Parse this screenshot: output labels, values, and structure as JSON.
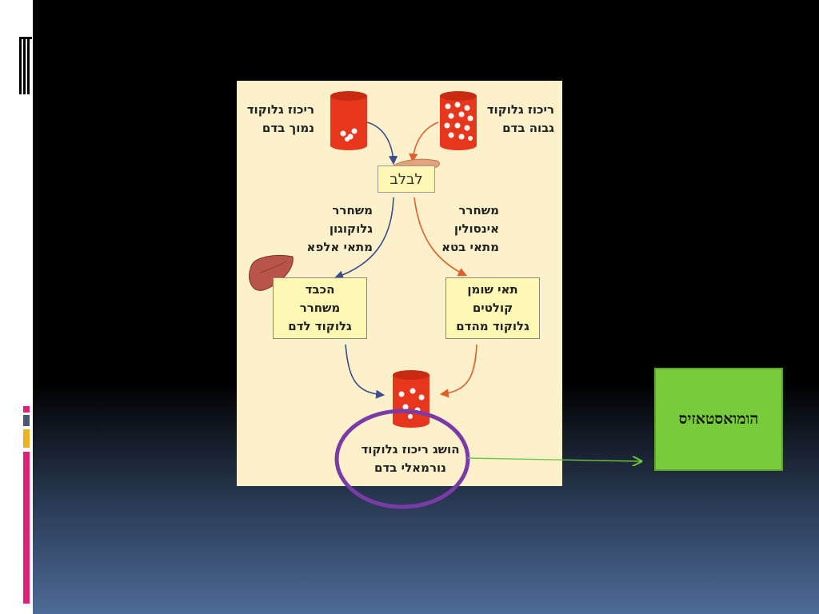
{
  "diagram": {
    "high_glucose_label": [
      "ריכוז גלוקוד",
      "גבוה בדם"
    ],
    "low_glucose_label": [
      "ריכוז גלוקוד",
      "נמוך בדם"
    ],
    "pancreas_label": "לבלב",
    "beta_release": [
      "משחרר",
      "אינסולין",
      "מתאי בטא"
    ],
    "alpha_release": [
      "משחרר",
      "גלוקוגון",
      "מתאי אלפא"
    ],
    "liver_box": [
      "הכבד",
      "משחרר",
      "גלוקוד לדם"
    ],
    "fat_box": [
      "תאי שומן",
      "קולטים",
      "גלוקוד מהדם"
    ],
    "normal_label": [
      "הושג ריכוז גלוקוד",
      "נורמאלי בדם"
    ]
  },
  "homeostasis_label": "הומואסטאזיס",
  "colors": {
    "panel_bg": "#fcf1cb",
    "cylinder": "#e8361c",
    "blue_arrow": "#3b4d8f",
    "orange_arrow": "#e0602a",
    "circle": "#7a3aa8",
    "green_box": "#78cc3c",
    "side_marks": [
      "#e0207a",
      "#4a5a70",
      "#f0b020",
      "#e0207a"
    ]
  }
}
